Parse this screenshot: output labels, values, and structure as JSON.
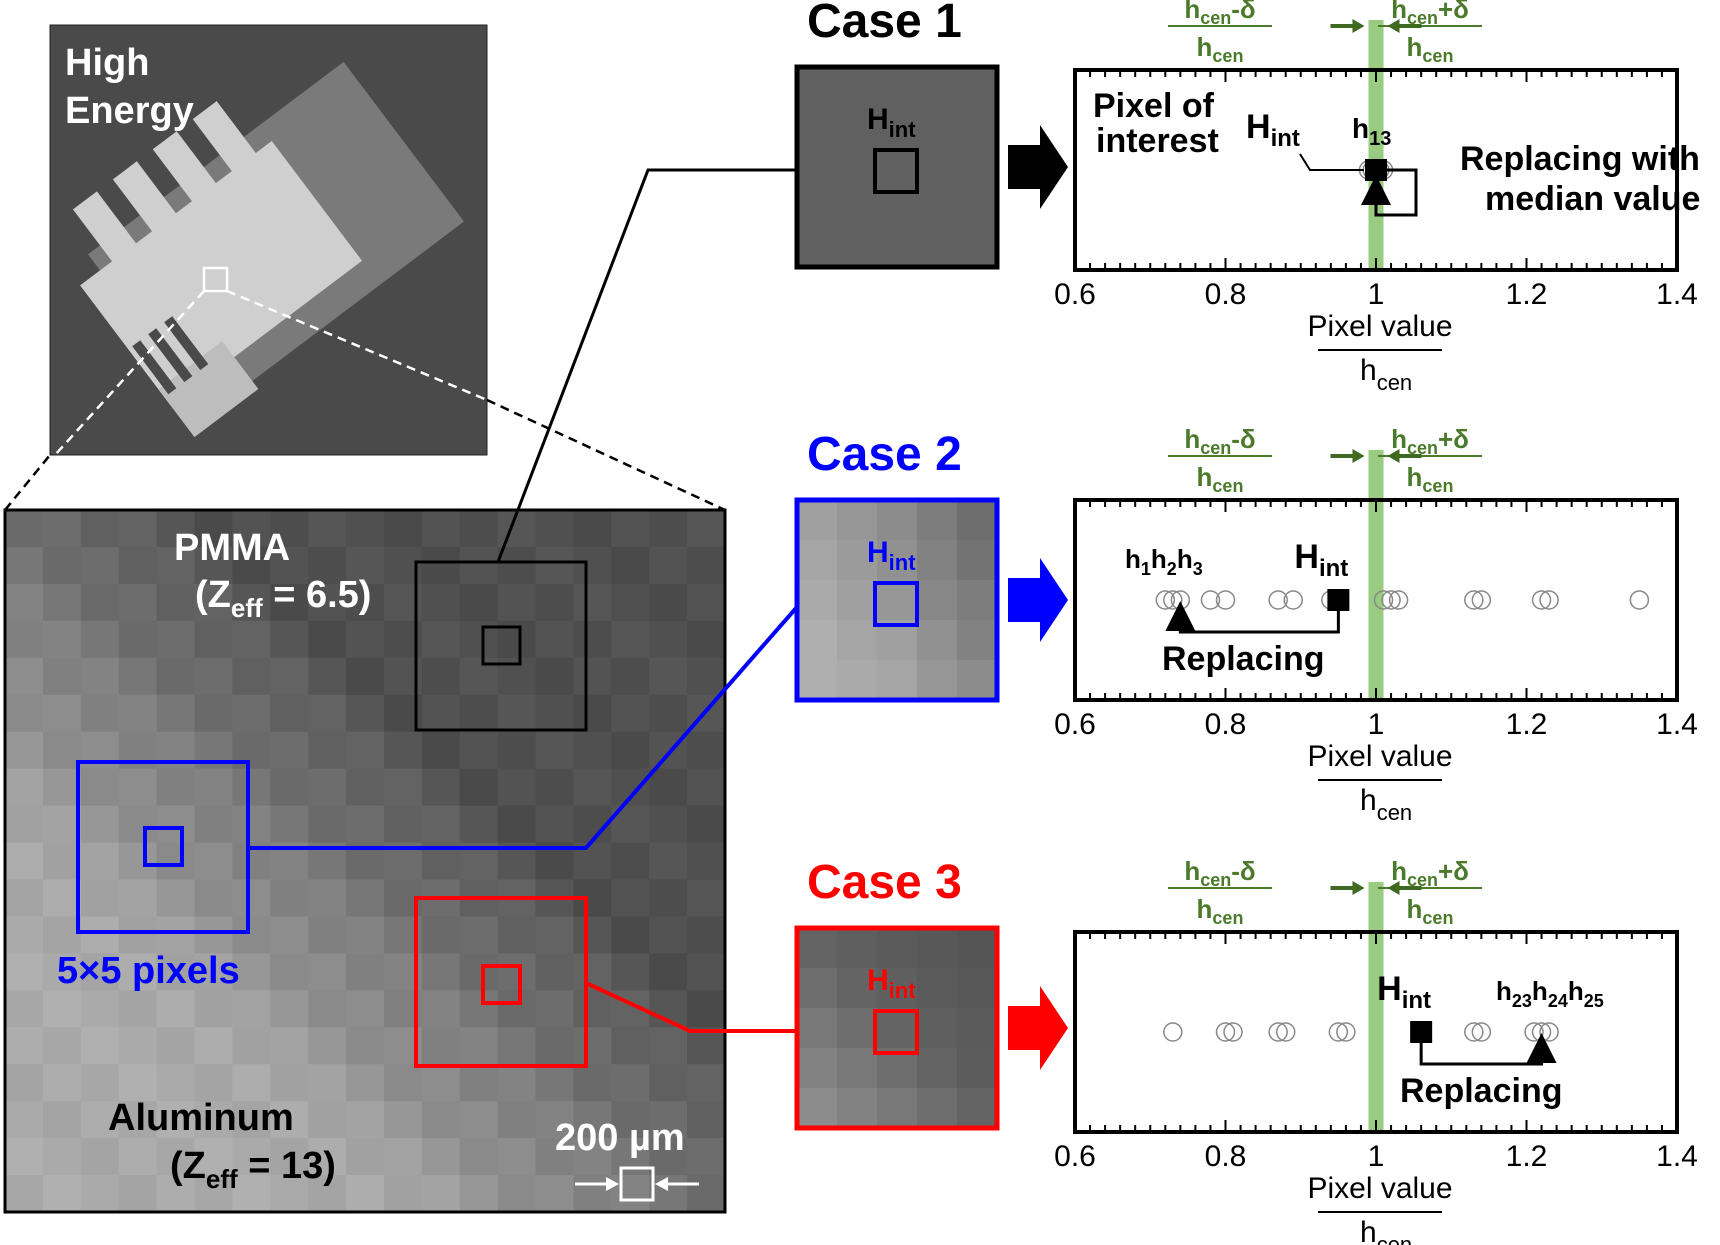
{
  "colors": {
    "black": "#000000",
    "blue": "#0000ff",
    "red": "#ff0000",
    "green_band": "#99cc80",
    "green_text": "#4a7a2a",
    "arrow_green": "#3d6a20"
  },
  "overview": {
    "label_line1": "High",
    "label_line2": "Energy"
  },
  "zoom": {
    "pmma_label": "PMMA",
    "pmma_zeff_prefix": "(Z",
    "pmma_zeff_sub": "eff",
    "pmma_zeff_suffix": " = 6.5)",
    "aluminum_label": "Aluminum",
    "al_zeff_prefix": "(Z",
    "al_zeff_sub": "eff",
    "al_zeff_suffix": " = 13)",
    "window_label": "5×5 pixels",
    "scalebar_label": "200 µm"
  },
  "hint": {
    "H": "H",
    "sub": "int"
  },
  "threshold": {
    "left_num": "h",
    "left_num_sub": "cen",
    "left_num_suffix": "-δ",
    "left_den": "h",
    "left_den_sub": "cen",
    "right_num": "h",
    "right_num_sub": "cen",
    "right_num_suffix": "+δ",
    "right_den": "h",
    "right_den_sub": "cen"
  },
  "axis": {
    "label_num": "Pixel value",
    "label_den": "h",
    "label_den_sub": "cen",
    "ticks": [
      "0.6",
      "0.8",
      "1",
      "1.2",
      "1.4"
    ]
  },
  "cases": [
    {
      "title": "Case 1",
      "color": "#000000",
      "annotation_left_1": "Pixel of",
      "annotation_left_2": "interest",
      "annotation_right_1": "Replacing with",
      "annotation_right_2": "median value",
      "h13_main": "h",
      "h13_sub": "13"
    },
    {
      "title": "Case 2",
      "color": "#0000ff",
      "group_label": [
        "h",
        "1",
        "h",
        "2",
        "h",
        "3"
      ],
      "replacing": "Replacing"
    },
    {
      "title": "Case 3",
      "color": "#ff0000",
      "group_label": [
        "h",
        "23",
        "h",
        "24",
        "h",
        "25"
      ],
      "replacing": "Replacing"
    }
  ],
  "chart_data": [
    {
      "type": "scatter",
      "name": "Case 1",
      "xlabel": "Pixel value / h_cen",
      "xlim": [
        0.6,
        1.4
      ],
      "threshold_band": [
        0.99,
        1.01
      ],
      "neighbors": [
        0.99,
        0.995,
        1.0,
        1.0,
        1.005,
        1.01
      ],
      "h_int": 1.0
    },
    {
      "type": "scatter",
      "name": "Case 2",
      "xlabel": "Pixel value / h_cen",
      "xlim": [
        0.6,
        1.4
      ],
      "threshold_band": [
        0.99,
        1.01
      ],
      "neighbors": [
        0.72,
        0.74,
        0.73,
        0.78,
        0.8,
        0.87,
        0.89,
        0.94,
        1.01,
        1.02,
        1.03,
        1.13,
        1.14,
        1.22,
        1.23,
        1.35
      ],
      "h_int": 0.95,
      "replaced_with": 0.74
    },
    {
      "type": "scatter",
      "name": "Case 3",
      "xlabel": "Pixel value / h_cen",
      "xlim": [
        0.6,
        1.4
      ],
      "threshold_band": [
        0.99,
        1.01
      ],
      "neighbors": [
        0.73,
        0.8,
        0.81,
        0.87,
        0.88,
        0.95,
        0.96,
        1.13,
        1.14,
        1.21,
        1.22,
        1.23
      ],
      "h_int": 1.06,
      "replaced_with": 1.22
    }
  ]
}
